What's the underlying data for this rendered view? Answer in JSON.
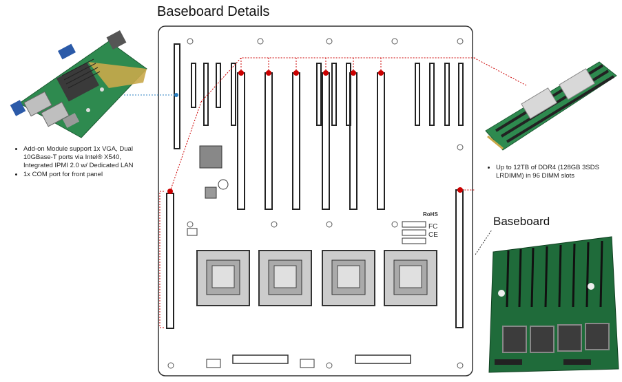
{
  "title": "Baseboard Details",
  "baseboard_photo_label": "Baseboard",
  "left_notes": [
    "Add-on Module support 1x VGA, Dual 10GBase-T ports via Intel® X540, Integrated IPMI 2.0 w/ Dedicated LAN",
    "1x COM port for front panel"
  ],
  "right_notes": [
    "Up to 12TB of DDR4 (128GB 3SDS LRDIMM) in 96 DIMM slots"
  ],
  "board_marks": {
    "rohs": "RoHS",
    "fc": "FC",
    "ce": "CE"
  },
  "colors": {
    "callout_red": "#cc0000",
    "leader_blue": "#2a7fc0",
    "pcb_green": "#1f6b3a",
    "board_outline": "#333333"
  }
}
